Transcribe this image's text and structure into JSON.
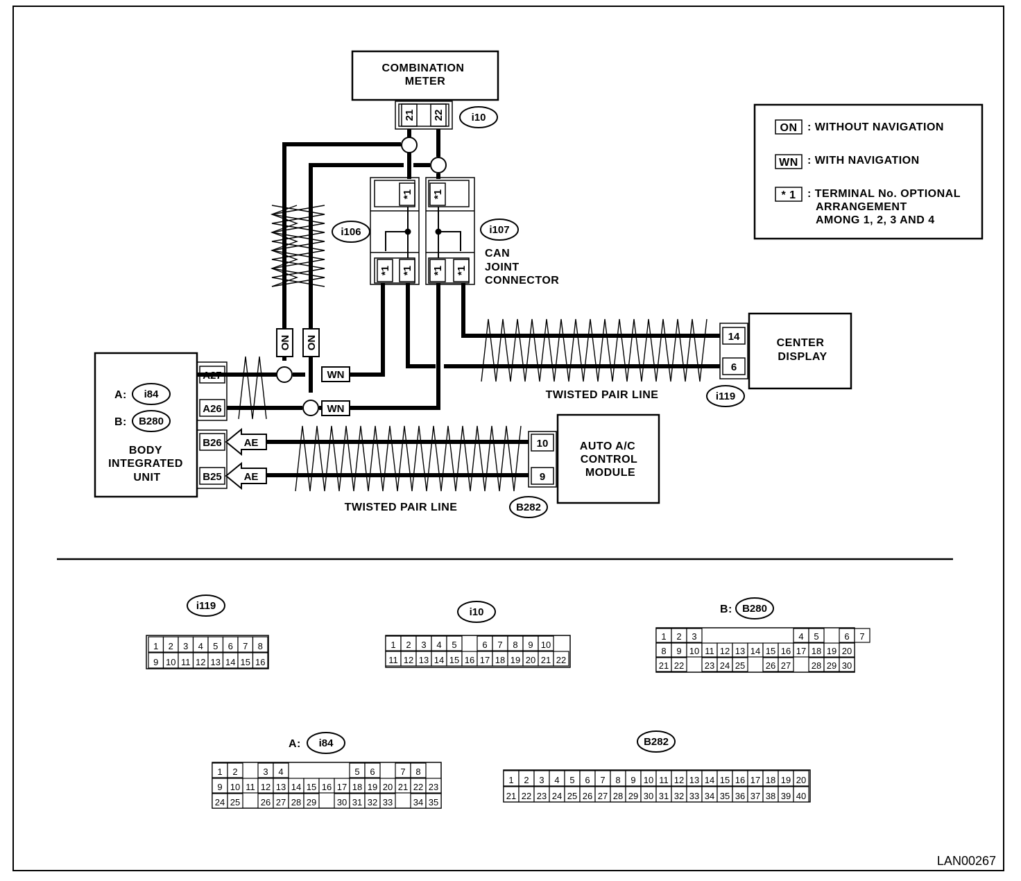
{
  "components": {
    "combination_meter": [
      "COMBINATION",
      "METER"
    ],
    "body_integrated_unit": [
      "BODY",
      "INTEGRATED",
      "UNIT"
    ],
    "center_display": [
      "CENTER",
      "DISPLAY"
    ],
    "auto_ac": [
      "AUTO A/C",
      "CONTROL",
      "MODULE"
    ],
    "can_joint": [
      "CAN",
      "JOINT",
      "CONNECTOR"
    ]
  },
  "connectors": {
    "meter": "i10",
    "joint_left": "i106",
    "joint_right": "i107",
    "center_display": "i119",
    "body_a": "i84",
    "body_b": "B280",
    "auto_ac": "B282",
    "prefix_a": "A:",
    "prefix_b": "B:"
  },
  "terminals": {
    "meter_21": "21",
    "meter_22": "22",
    "optional": "*1",
    "cd_14": "14",
    "cd_6": "6",
    "a27": "A27",
    "a26": "A26",
    "b26": "B26",
    "b25": "B25",
    "ac_10": "10",
    "ac_9": "9"
  },
  "markers": {
    "on": "ON",
    "wn": "WN",
    "ae": "AE"
  },
  "twisted_pair_label": "TWISTED PAIR LINE",
  "legend": {
    "on_code": "ON",
    "on_text": ": WITHOUT NAVIGATION",
    "wn_code": "WN",
    "wn_text": ": WITH NAVIGATION",
    "star_code": "* 1",
    "star_text": [
      ": TERMINAL No. OPTIONAL",
      "ARRANGEMENT",
      "AMONG 1, 2, 3  AND 4"
    ]
  },
  "pinouts": {
    "i119": {
      "row1": [
        "1",
        "2",
        "3",
        "4",
        "5",
        "6",
        "7",
        "8"
      ],
      "row2": [
        "9",
        "10",
        "11",
        "12",
        "13",
        "14",
        "15",
        "16"
      ]
    },
    "i10": {
      "row1": [
        "1",
        "2",
        "3",
        "4",
        "5",
        "",
        "6",
        "7",
        "8",
        "9",
        "10"
      ],
      "row2": [
        "11",
        "12",
        "13",
        "14",
        "15",
        "16",
        "17",
        "18",
        "19",
        "20",
        "21",
        "22"
      ]
    },
    "b280": {
      "row1": [
        "1",
        "2",
        "3",
        "",
        "",
        "",
        "",
        "",
        "",
        "4",
        "5",
        "",
        "6",
        "7"
      ],
      "row2": [
        "8",
        "9",
        "10",
        "11",
        "12",
        "13",
        "14",
        "15",
        "16",
        "17",
        "18",
        "19",
        "20"
      ],
      "row3": [
        "21",
        "22",
        "",
        "23",
        "24",
        "25",
        "",
        "26",
        "27",
        "",
        "28",
        "29",
        "30"
      ]
    },
    "i84": {
      "row1": [
        "1",
        "2",
        "",
        "3",
        "4",
        "",
        "",
        "",
        "",
        "5",
        "6",
        "",
        "7",
        "8"
      ],
      "row2": [
        "9",
        "10",
        "11",
        "12",
        "13",
        "14",
        "15",
        "16",
        "17",
        "18",
        "19",
        "20",
        "21",
        "22",
        "23"
      ],
      "row3": [
        "24",
        "25",
        "",
        "26",
        "27",
        "28",
        "29",
        "",
        "30",
        "31",
        "32",
        "33",
        "",
        "34",
        "35"
      ]
    },
    "b282": {
      "row1": [
        "1",
        "2",
        "3",
        "4",
        "5",
        "6",
        "7",
        "8",
        "9",
        "10",
        "11",
        "12",
        "13",
        "14",
        "15",
        "16",
        "17",
        "18",
        "19",
        "20"
      ],
      "row2": [
        "21",
        "22",
        "23",
        "24",
        "25",
        "26",
        "27",
        "28",
        "29",
        "30",
        "31",
        "32",
        "33",
        "34",
        "35",
        "36",
        "37",
        "38",
        "39",
        "40"
      ]
    }
  },
  "figure_id": "LAN00267"
}
